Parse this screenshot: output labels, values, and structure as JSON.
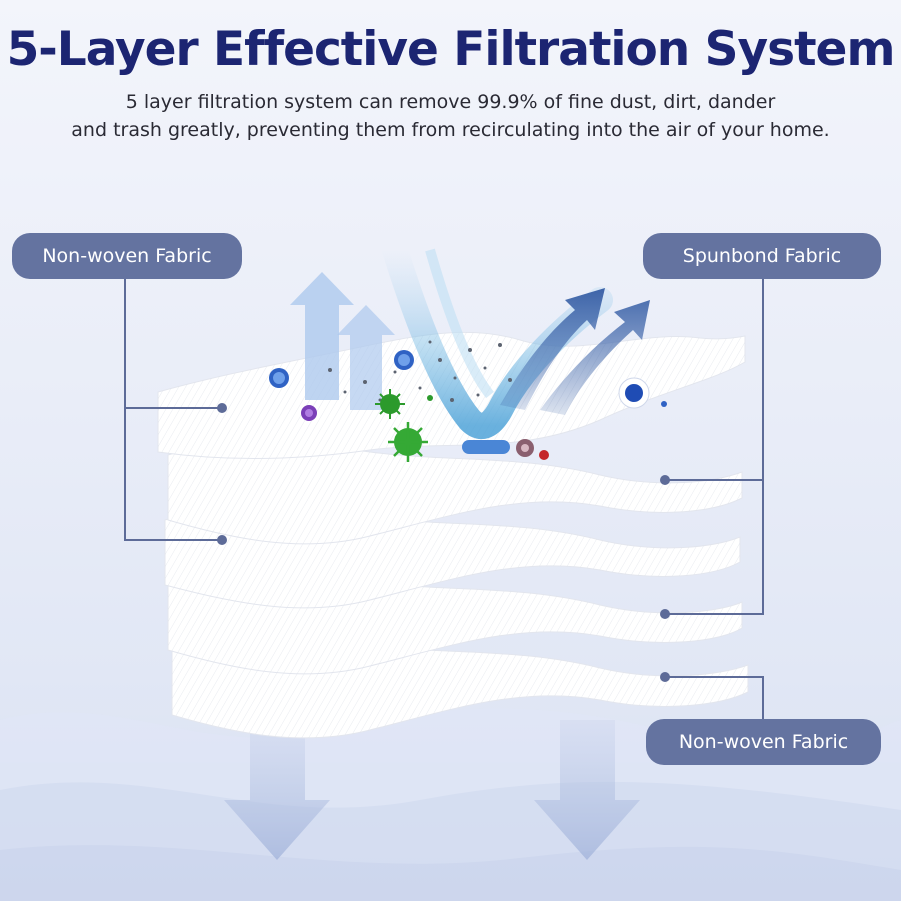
{
  "heading": {
    "title": "5-Layer Effective Filtration System",
    "subtitle_line1": "5 layer filtration system can remove 99.9% of fine dust, dirt, dander",
    "subtitle_line2": "and trash greatly, preventing them from recirculating into the air of your home."
  },
  "labels": {
    "top_left": "Non-woven Fabric",
    "top_right": "Spunbond Fabric",
    "bottom_right": "Non-woven Fabric"
  },
  "colors": {
    "title": "#1c2572",
    "label_bg": "#6473a0",
    "connector": "#5d6b98",
    "layer_fill": "#ffffff"
  }
}
